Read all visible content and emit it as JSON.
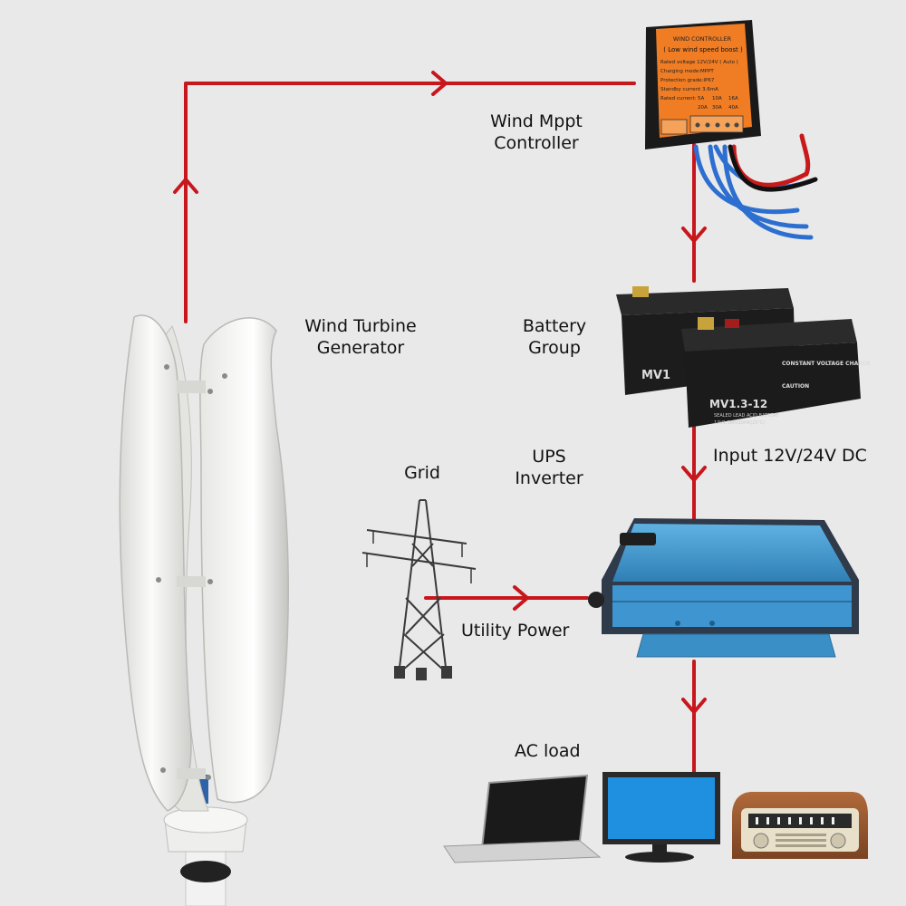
{
  "colors": {
    "background": "#e9e9e9",
    "flow_line": "#c8161d",
    "controller_body": "#f07d24",
    "battery_body": "#1c1c1c",
    "inverter_body": "#3a8fc6",
    "turbine_blade": "#f4f4f2"
  },
  "nodes": {
    "controller": {
      "label_lines": [
        "Wind Mppt",
        "Controller"
      ],
      "device": {
        "title": "WIND CONTROLLER",
        "subtitle": "( Low wind speed boost )",
        "spec_lines": [
          "Rated voltage 12V/24V ( Auto )",
          "Charging mode:MPPT",
          "Protection grade:IP67",
          "Standby current 3.6mA"
        ],
        "current_label": "Rated current:",
        "current_options": [
          "5A",
          "10A",
          "16A",
          "20A",
          "30A",
          "40A"
        ]
      }
    },
    "turbine": {
      "label_lines": [
        "Wind Turbine",
        "Generator"
      ]
    },
    "battery": {
      "label_lines": [
        "Battery",
        "Group"
      ],
      "device": {
        "model": "MV1.3-12",
        "model_partial": "MV1",
        "header": "CONSTANT VOLTAGE CHARGE",
        "sub": "SEALED LEAD ACID BATTERY",
        "spec": "12V1.3AH/20HR(25°C)",
        "caution": "CAUTION"
      }
    },
    "dc_input": {
      "label": "Input 12V/24V DC"
    },
    "inverter": {
      "label_lines": [
        "UPS",
        "Inverter"
      ]
    },
    "grid": {
      "label": "Grid"
    },
    "utility": {
      "label": "Utility Power"
    },
    "ac_load": {
      "label": "AC load"
    }
  },
  "flows": [
    {
      "from": "turbine",
      "to": "controller"
    },
    {
      "from": "controller",
      "to": "battery"
    },
    {
      "from": "battery",
      "to": "inverter"
    },
    {
      "from": "grid",
      "to": "inverter"
    },
    {
      "from": "inverter",
      "to": "ac_load"
    }
  ]
}
